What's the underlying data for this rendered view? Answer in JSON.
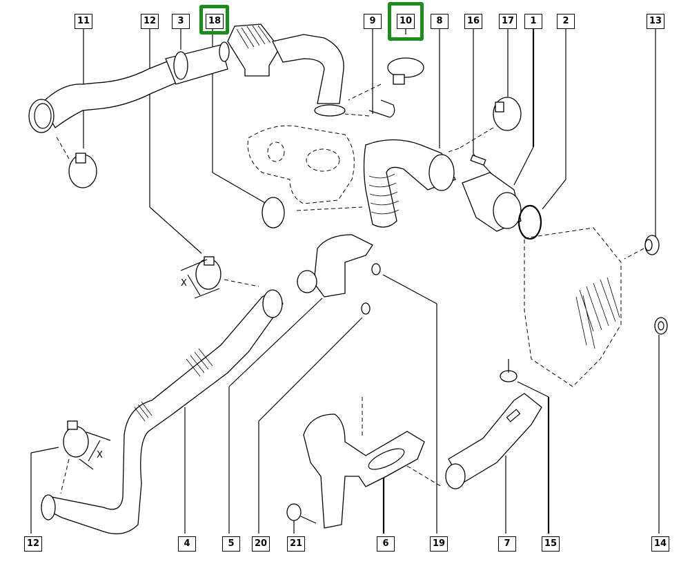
{
  "diagram": {
    "type": "exploded-parts-diagram",
    "subject": "air intake ducting assembly",
    "highlight_color": "#1a8c1a",
    "highlighted_parts": [
      "18",
      "10"
    ],
    "dimension_label": "X",
    "callouts_top": [
      "11",
      "12",
      "3",
      "18",
      "9",
      "10",
      "8",
      "16",
      "17",
      "1",
      "2",
      "13"
    ],
    "callouts_bottom": [
      "12",
      "4",
      "5",
      "20",
      "21",
      "6",
      "19",
      "7",
      "15",
      "14"
    ]
  }
}
